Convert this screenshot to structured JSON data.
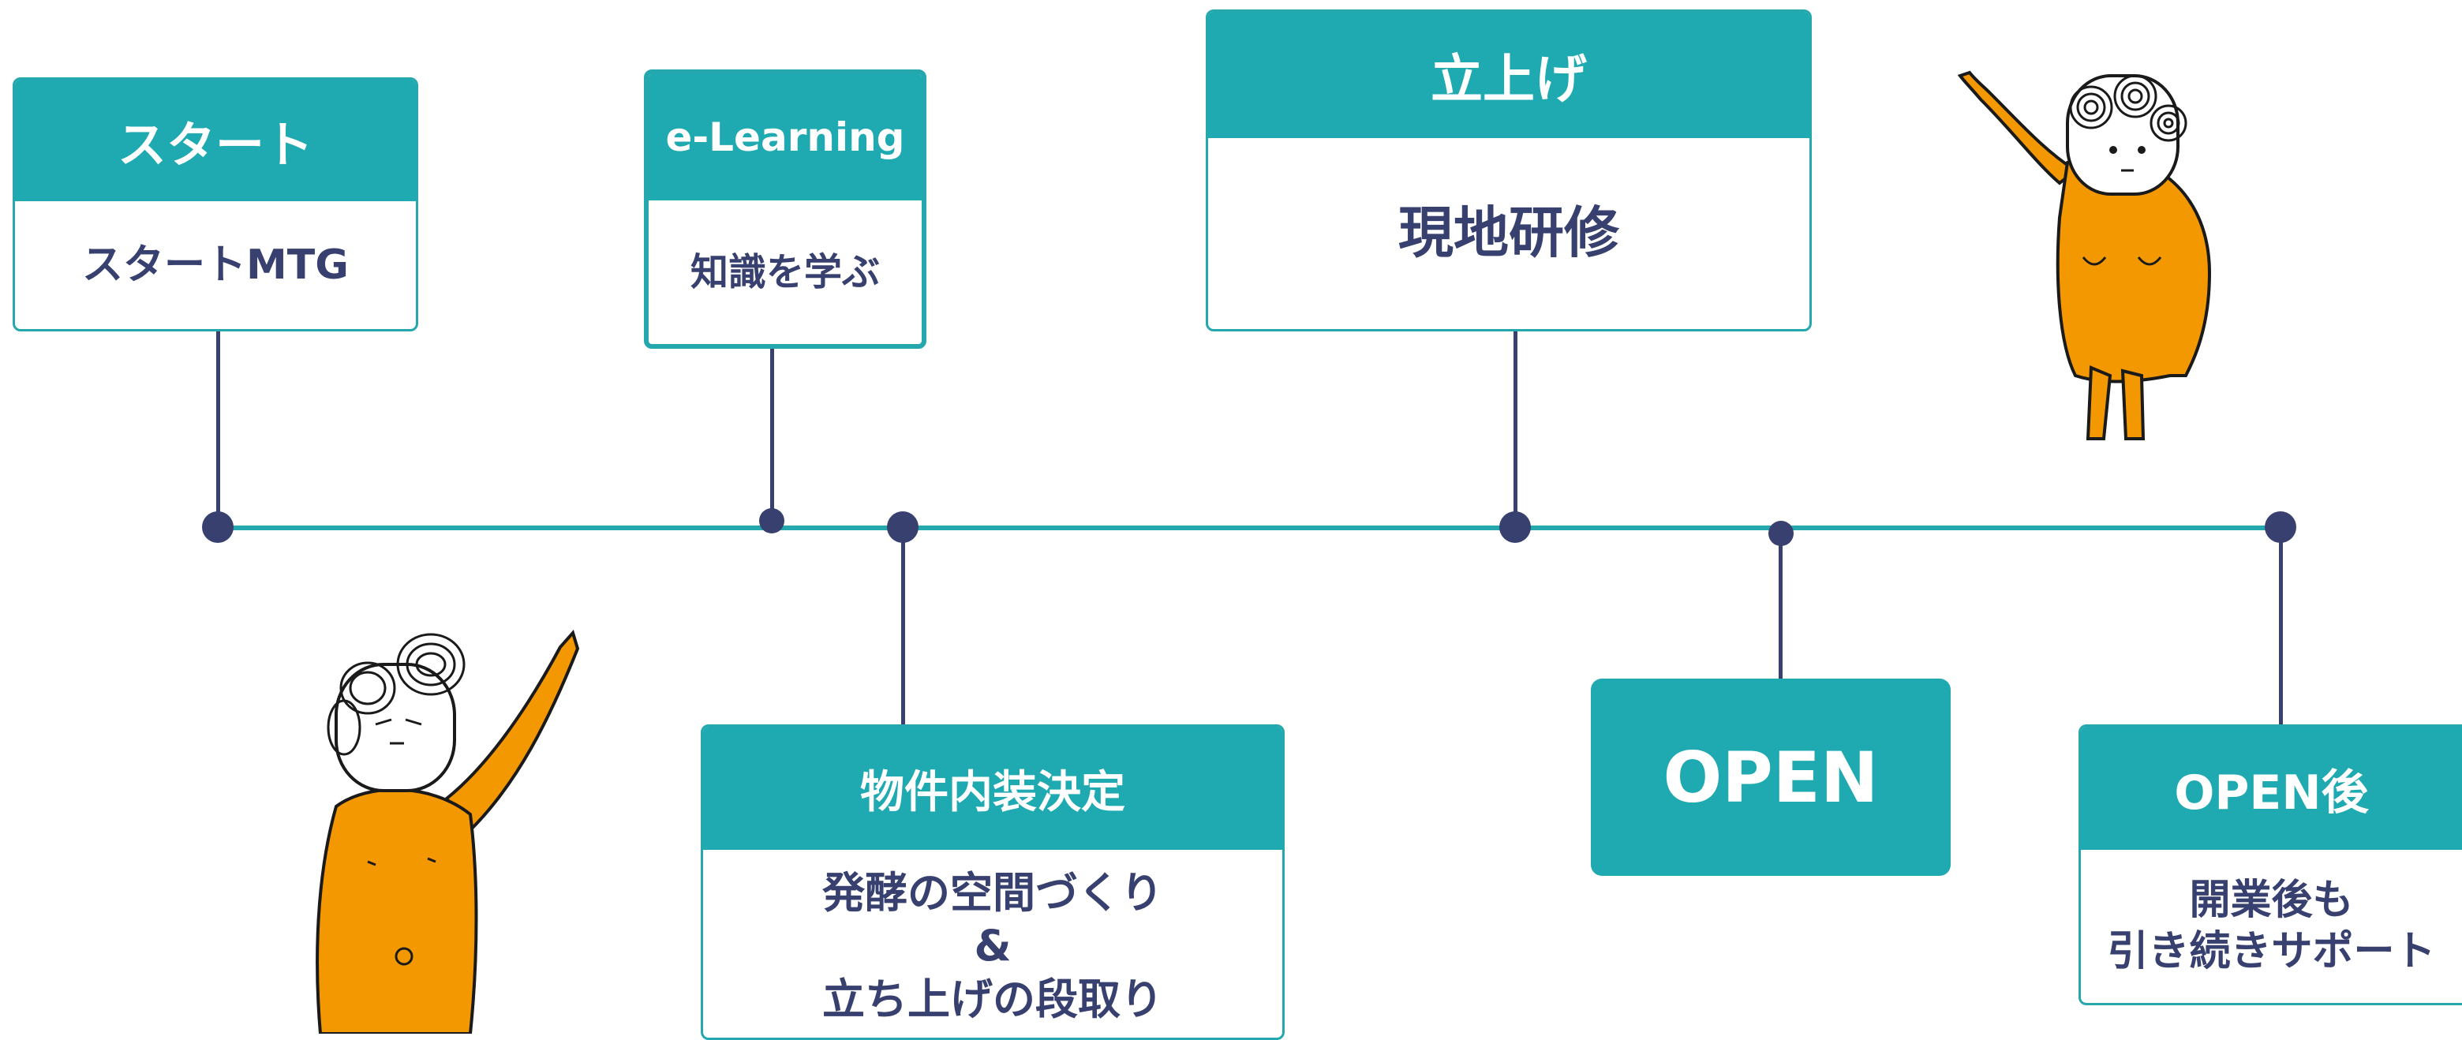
{
  "colors": {
    "teal": "#1eaab0",
    "navy": "#37406e",
    "orange": "#f39800"
  },
  "milestones": [
    {
      "title": "スタート",
      "detail": "スタートMTG"
    },
    {
      "title": "e-Learning",
      "detail": "知識を学ぶ"
    },
    {
      "title": "物件内装決定",
      "detail_lines": [
        "発酵の空間づくり",
        "&",
        "立ち上げの段取り"
      ]
    },
    {
      "title": "立上げ",
      "detail": "現地研修"
    },
    {
      "title": "OPEN"
    },
    {
      "title": "OPEN後",
      "detail_lines": [
        "開業後も",
        "引き続きサポート"
      ]
    }
  ],
  "icons": [
    "pointing-character-icon",
    "pointing-character-icon"
  ]
}
